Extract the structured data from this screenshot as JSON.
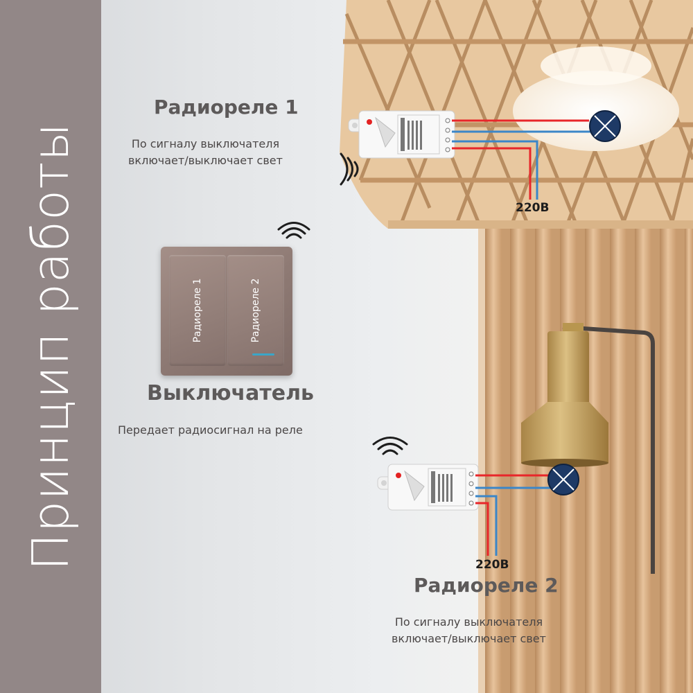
{
  "sidebar": {
    "title": "Принцип работы"
  },
  "relay1": {
    "title": "Радиореле 1",
    "desc_line1": "По сигналу выключателя",
    "desc_line2": "включает/выключает свет",
    "voltage": "220В"
  },
  "switch": {
    "title": "Выключатель",
    "desc": "Передает радиосигнал на реле",
    "key1_label": "Радиореле 1",
    "key2_label": "Радиореле 2"
  },
  "relay2": {
    "title": "Радиореле 2",
    "desc_line1": "По сигналу выключателя",
    "desc_line2": "включает/выключает свет",
    "voltage": "220В"
  },
  "colors": {
    "sidebar": "#928787",
    "wire_live": "#e8262a",
    "wire_neutral": "#3b86c8",
    "lamp_symbol": "#1e3a66",
    "wood": "#dcb184",
    "brass": "#c8a560"
  },
  "icons": [
    "wifi-signal-icon",
    "lamp-symbol-icon",
    "relay-module-icon",
    "led-indicator-icon"
  ]
}
